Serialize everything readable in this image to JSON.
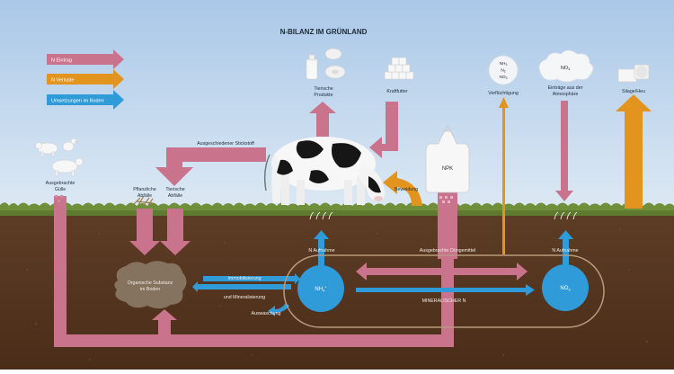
{
  "title": "N-BILANZ IM GRÜNLAND",
  "legend": {
    "eintrag": "N Eintrag",
    "verluste": "N Verluste",
    "umsetzungen": "Umsetzungen im Boden"
  },
  "labels": {
    "tierische_produkte_1": "Tierische",
    "tierische_produkte_2": "Produkte",
    "kraftfutter": "Kraftfutter",
    "verfluechtigung": "Verflüchtigung",
    "eintraege_1": "Einträge aus der",
    "eintraege_2": "Atmosphäre",
    "silage": "Silage/Heu",
    "ausgeschieden": "Ausgeschiedener Stickstoff",
    "guelle_1": "Ausgebrachte",
    "guelle_2": "Gülle",
    "pflanzliche_1": "Pflanzliche",
    "pflanzliche_2": "Abfälle",
    "tierische_abfaelle_1": "Tierische",
    "tierische_abfaelle_2": "Abfälle",
    "beweidung": "Beweidung",
    "npk": "NPK",
    "n_aufnahme_left": "N Aufnahme",
    "n_aufnahme_right": "N Aufnahme",
    "duengemittel": "Ausgebrachte Düngemittel",
    "organische_1": "Organische Substanz",
    "organische_2": "im Boden",
    "immobilisierung": "Immobilisierung",
    "mineralisierung": "und Mineralisierung",
    "auswaschung": "Auswaschung",
    "mineralischer": "MINERALISCHER N"
  },
  "chem": {
    "nh4": "NH",
    "nh4_sub": "4",
    "nh4_sup": "+",
    "no3": "NO",
    "no3_sub": "3",
    "vol_nh3": "NH",
    "vol_nh3_sub": "3",
    "vol_n2": "N",
    "vol_n2_sub": "2",
    "vol_no3": "NO",
    "vol_no3_sub": "3",
    "atm_no3": "NO",
    "atm_no3_sub": "3"
  },
  "colors": {
    "eintrag": "#c9738d",
    "verluste": "#e3941f",
    "umsetzungen": "#2f9bd8",
    "sky_top": "#b3ceea",
    "sky_bottom": "#dce8f3",
    "soil": "#5b3a22",
    "grass": "#6f8f3a"
  }
}
